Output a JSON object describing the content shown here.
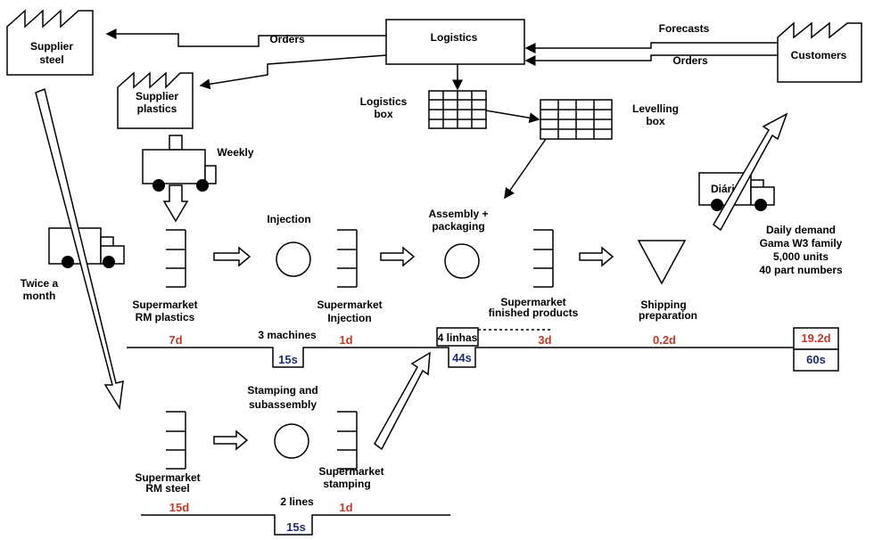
{
  "labels": {
    "supplier_steel_1": "Supplier",
    "supplier_steel_2": "steel",
    "supplier_plastics_1": "Supplier",
    "supplier_plastics_2": "plastics",
    "orders_left": "Orders",
    "logistics": "Logistics",
    "forecasts": "Forecasts",
    "orders_right": "Orders",
    "customers": "Customers",
    "logistics_box_1": "Logistics",
    "logistics_box_2": "box",
    "levelling_box_1": "Levelling",
    "levelling_box_2": "box",
    "weekly": "Weekly",
    "diario": "Diário",
    "twice_1": "Twice a",
    "twice_2": "month",
    "injection": "Injection",
    "assembly_1": "Assembly +",
    "assembly_2": "packaging",
    "daily_1": "Daily demand",
    "daily_2": "Gama W3 family",
    "daily_3": "5,000 units",
    "daily_4": "40 part numbers",
    "sm_rm_plastics_1": "Supermarket",
    "sm_rm_plastics_2": "RM plastics",
    "sm_injection_1": "Supermarket",
    "sm_injection_2": "Injection",
    "sm_finished_1": "Supermarket",
    "sm_finished_2": "finished products",
    "shipping_1": "Shipping",
    "shipping_2": "preparation",
    "three_machines": "3 machines",
    "four_linhas": "4 linhas",
    "stamping_1": "Stamping and",
    "stamping_2": "subassembly",
    "sm_rm_steel_1": "Supermarket",
    "sm_rm_steel_2": "RM steel",
    "sm_stamping_1": "Supermarket",
    "sm_stamping_2": "stamping",
    "two_lines": "2 lines"
  },
  "timeline_top": {
    "d1": "7d",
    "d2": "1d",
    "d3": "3d",
    "d4": "0.2d",
    "total_days": "19.2d",
    "c1": "15s",
    "c2": "44s",
    "total_cycle": "60s"
  },
  "timeline_bottom": {
    "d1": "15d",
    "d2": "1d",
    "c1": "15s"
  }
}
